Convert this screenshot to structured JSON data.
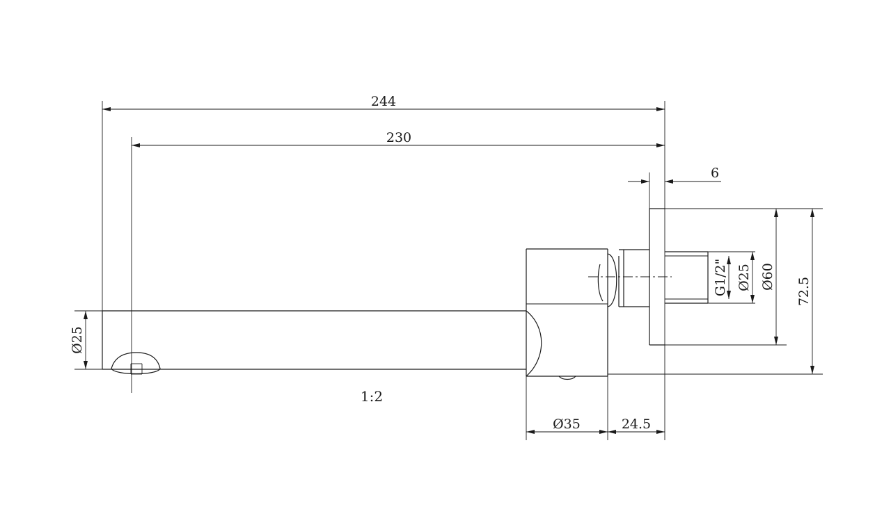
{
  "drawing": {
    "scale": "1:2",
    "dimensions": {
      "overall_length": "244",
      "spout_length": "230",
      "flange_thickness": "6",
      "spout_diameter": "Ø25",
      "thread": "G1/2\"",
      "connector_diameter": "Ø25",
      "flange_diameter": "Ø60",
      "height": "72.5",
      "body_diameter": "Ø35",
      "body_offset": "24.5"
    }
  }
}
